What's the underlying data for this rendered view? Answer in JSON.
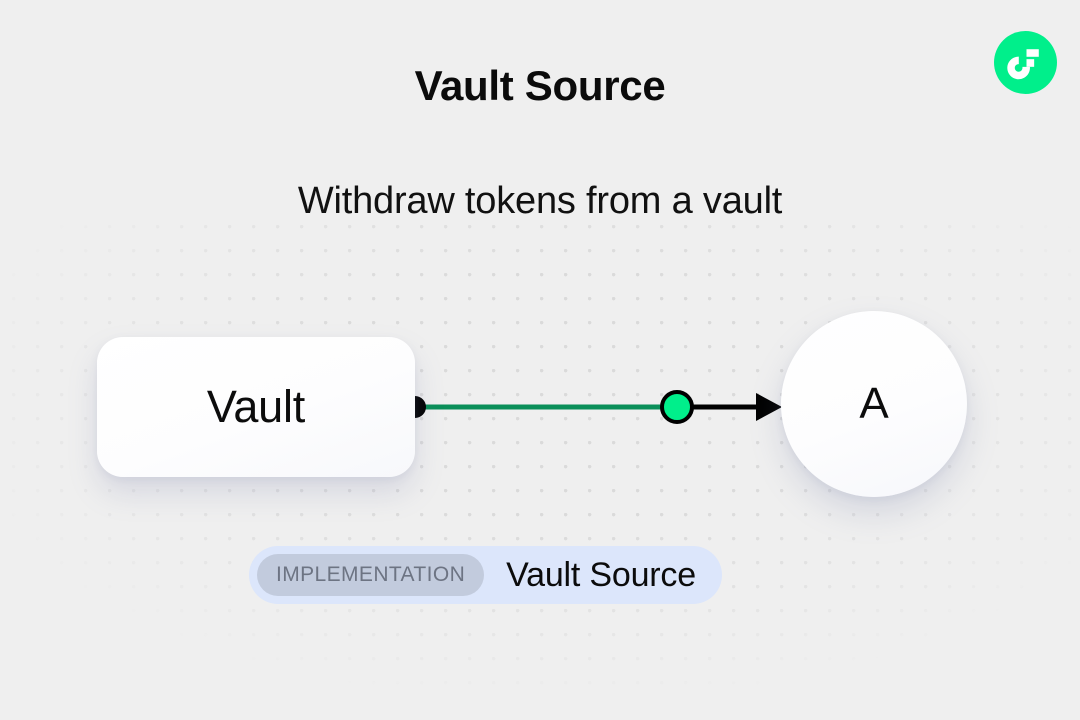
{
  "page": {
    "background_color": "#efefef",
    "title": "Vault Source",
    "subtitle": "Withdraw tokens from a vault"
  },
  "logo": {
    "name": "flow-logo",
    "brand_color": "#00ef8b",
    "mark_color": "#ffffff"
  },
  "diagram": {
    "source_node": {
      "label": "Vault",
      "shape": "rounded-rect"
    },
    "target_node": {
      "label": "A",
      "shape": "circle"
    },
    "edge": {
      "start_handle_color": "#000000",
      "mid_handle_color": "#00ef8b",
      "mid_handle_stroke": "#000000",
      "line_color": "#000000",
      "arrow_color": "#000000"
    },
    "dot_grid_color": "#dadada"
  },
  "footer_badge": {
    "container_color": "#dce6fb",
    "tag_label": "IMPLEMENTATION",
    "tag_background": "#c2cbdd",
    "tag_text_color": "#6d7483",
    "name": "Vault Source"
  }
}
